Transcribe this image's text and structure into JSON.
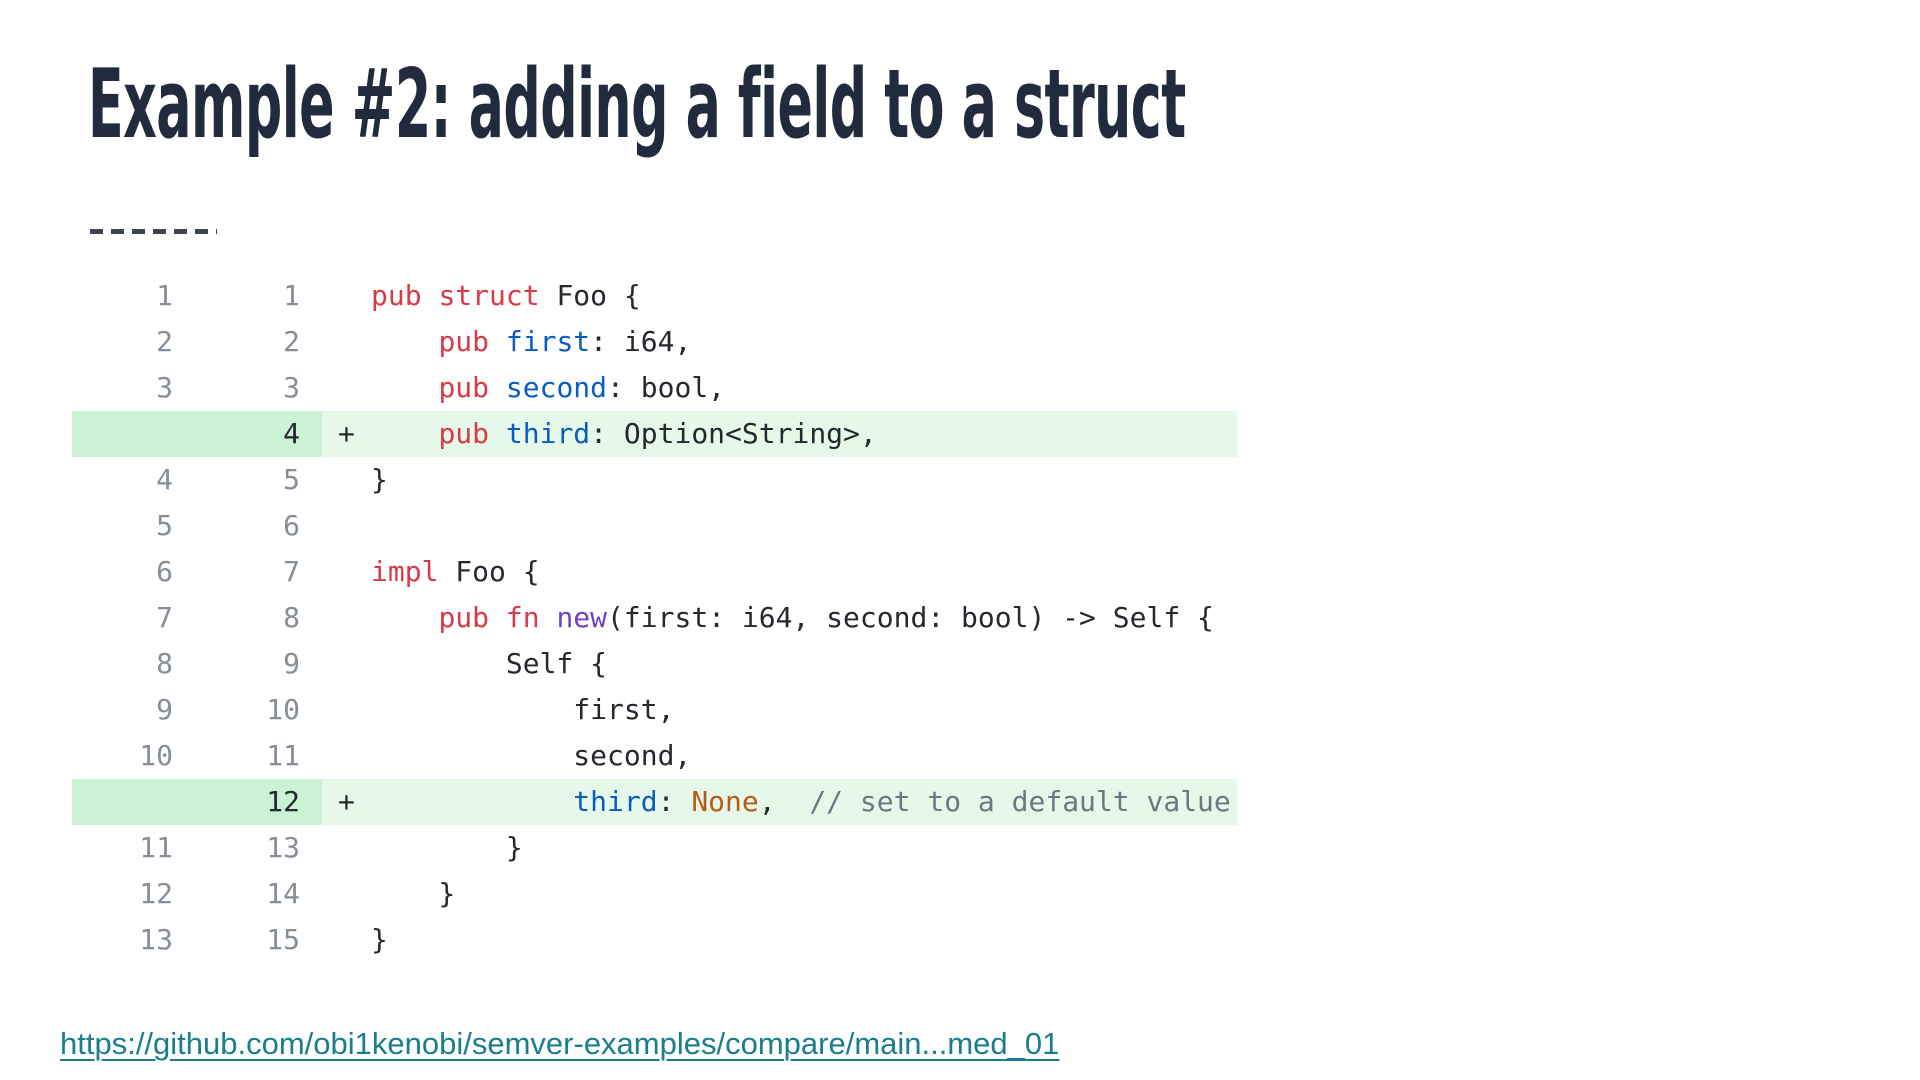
{
  "slide": {
    "title": "Example #2: adding a field to a struct",
    "link": {
      "text": "https://github.com/obi1kenobi/semver-examples/compare/main...med_01"
    }
  },
  "colors": {
    "title": "#222b3d",
    "link": "#1a7e8c",
    "added_line_bg": "#e6f8e9",
    "added_gutter_bg": "#ccf2d4",
    "keyword": "#d73a49",
    "identifier": "#0a5cc2",
    "function": "#6f42c1",
    "constant": "#b75c14",
    "comment": "#6e7781",
    "plain_code": "#24292f",
    "line_number": "#868e98"
  },
  "diff": {
    "added_marker": "+",
    "rows": [
      {
        "old": "1",
        "new": "1",
        "sign": "",
        "added": false,
        "segments": [
          {
            "t": "pub",
            "c": "keyword"
          },
          {
            "t": " ",
            "c": "plain"
          },
          {
            "t": "struct",
            "c": "keyword"
          },
          {
            "t": " Foo {",
            "c": "plain"
          }
        ]
      },
      {
        "old": "2",
        "new": "2",
        "sign": "",
        "added": false,
        "segments": [
          {
            "t": "    ",
            "c": "plain"
          },
          {
            "t": "pub",
            "c": "keyword"
          },
          {
            "t": " ",
            "c": "plain"
          },
          {
            "t": "first",
            "c": "ident"
          },
          {
            "t": ": i64,",
            "c": "plain"
          }
        ]
      },
      {
        "old": "3",
        "new": "3",
        "sign": "",
        "added": false,
        "segments": [
          {
            "t": "    ",
            "c": "plain"
          },
          {
            "t": "pub",
            "c": "keyword"
          },
          {
            "t": " ",
            "c": "plain"
          },
          {
            "t": "second",
            "c": "ident"
          },
          {
            "t": ": bool,",
            "c": "plain"
          }
        ]
      },
      {
        "old": "",
        "new": "4",
        "sign": "+",
        "added": true,
        "segments": [
          {
            "t": "    ",
            "c": "plain"
          },
          {
            "t": "pub",
            "c": "keyword"
          },
          {
            "t": " ",
            "c": "plain"
          },
          {
            "t": "third",
            "c": "ident"
          },
          {
            "t": ": Option<String>,",
            "c": "plain"
          }
        ]
      },
      {
        "old": "4",
        "new": "5",
        "sign": "",
        "added": false,
        "segments": [
          {
            "t": "}",
            "c": "plain"
          }
        ]
      },
      {
        "old": "5",
        "new": "6",
        "sign": "",
        "added": false,
        "segments": []
      },
      {
        "old": "6",
        "new": "7",
        "sign": "",
        "added": false,
        "segments": [
          {
            "t": "impl",
            "c": "keyword"
          },
          {
            "t": " Foo {",
            "c": "plain"
          }
        ]
      },
      {
        "old": "7",
        "new": "8",
        "sign": "",
        "added": false,
        "segments": [
          {
            "t": "    ",
            "c": "plain"
          },
          {
            "t": "pub",
            "c": "keyword"
          },
          {
            "t": " ",
            "c": "plain"
          },
          {
            "t": "fn",
            "c": "keyword"
          },
          {
            "t": " ",
            "c": "plain"
          },
          {
            "t": "new",
            "c": "fn"
          },
          {
            "t": "(first: i64, second: bool) -> Self {",
            "c": "plain"
          }
        ]
      },
      {
        "old": "8",
        "new": "9",
        "sign": "",
        "added": false,
        "segments": [
          {
            "t": "        Self {",
            "c": "plain"
          }
        ]
      },
      {
        "old": "9",
        "new": "10",
        "sign": "",
        "added": false,
        "segments": [
          {
            "t": "            first,",
            "c": "plain"
          }
        ]
      },
      {
        "old": "10",
        "new": "11",
        "sign": "",
        "added": false,
        "segments": [
          {
            "t": "            second,",
            "c": "plain"
          }
        ]
      },
      {
        "old": "",
        "new": "12",
        "sign": "+",
        "added": true,
        "segments": [
          {
            "t": "            ",
            "c": "plain"
          },
          {
            "t": "third",
            "c": "ident"
          },
          {
            "t": ": ",
            "c": "plain"
          },
          {
            "t": "None",
            "c": "const"
          },
          {
            "t": ",  ",
            "c": "plain"
          },
          {
            "t": "// set to a default value",
            "c": "comment"
          }
        ]
      },
      {
        "old": "11",
        "new": "13",
        "sign": "",
        "added": false,
        "segments": [
          {
            "t": "        }",
            "c": "plain"
          }
        ]
      },
      {
        "old": "12",
        "new": "14",
        "sign": "",
        "added": false,
        "segments": [
          {
            "t": "    }",
            "c": "plain"
          }
        ]
      },
      {
        "old": "13",
        "new": "15",
        "sign": "",
        "added": false,
        "segments": [
          {
            "t": "}",
            "c": "plain"
          }
        ]
      }
    ]
  }
}
